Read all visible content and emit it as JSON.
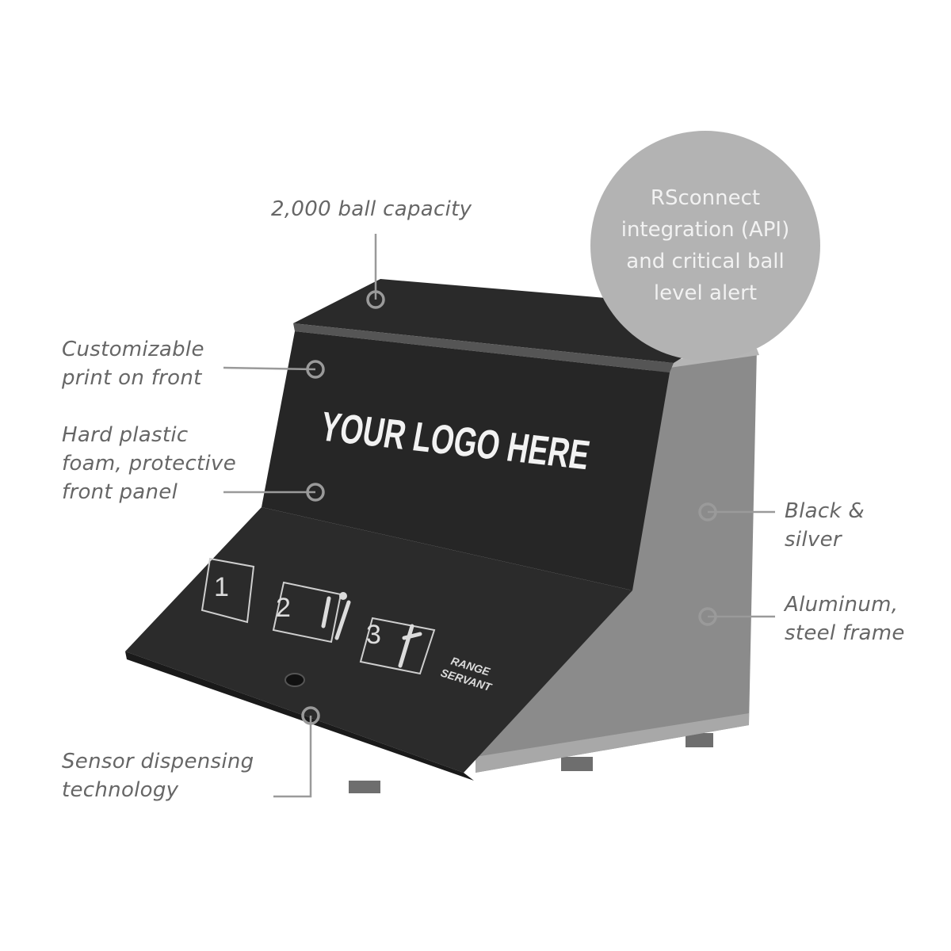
{
  "callouts": {
    "capacity": "2,000 ball capacity",
    "customizable": [
      "Customizable",
      "print on front"
    ],
    "front_panel": [
      "Hard plastic",
      "foam, protective",
      "front panel"
    ],
    "color": [
      "Black &",
      "silver"
    ],
    "frame": [
      "Aluminum,",
      "steel frame"
    ],
    "sensor": [
      "Sensor dispensing",
      "technology"
    ]
  },
  "badge": {
    "lines": [
      "RSconnect",
      "integration (API)",
      "and critical ball",
      "level alert"
    ],
    "color": "#b3b3b3"
  },
  "product": {
    "front_print": "YOUR LOGO HERE",
    "brand_lines": [
      "RANGE",
      "SERVANT"
    ],
    "steps": [
      "1",
      "2",
      "3"
    ]
  },
  "colors": {
    "body_dark": "#262626",
    "side_silver": "#8a8a8a",
    "callout_gray": "#666666",
    "leader_line": "#9a9a9a"
  }
}
